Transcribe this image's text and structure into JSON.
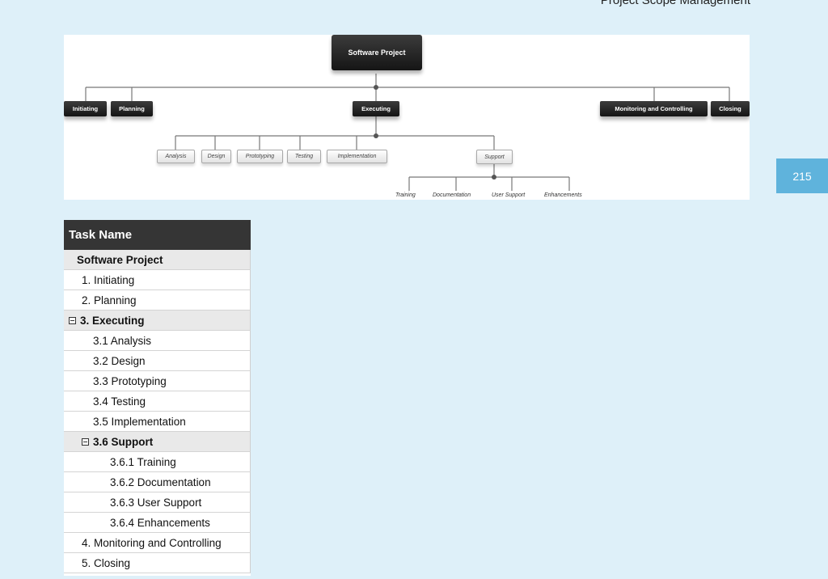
{
  "header": {
    "title": "Project Scope Management"
  },
  "page_number": "215",
  "wbs": {
    "root": "Software Project",
    "level1": [
      "Initiating",
      "Planning",
      "Executing",
      "Monitoring and Controlling",
      "Closing"
    ],
    "executing_children": [
      "Analysis",
      "Design",
      "Prototyping",
      "Testing",
      "Implementation",
      "Support"
    ],
    "support_children": [
      "Training",
      "Documentation",
      "User Support",
      "Enhancements"
    ]
  },
  "task_table": {
    "header": "Task Name",
    "rows": [
      {
        "label": "Software Project",
        "summary": true,
        "toggle": false
      },
      {
        "label": "1. Initiating",
        "summary": false,
        "toggle": false
      },
      {
        "label": "2. Planning",
        "summary": false,
        "toggle": false
      },
      {
        "label": "3. Executing",
        "summary": true,
        "toggle": true
      },
      {
        "label": "3.1 Analysis",
        "summary": false,
        "toggle": false
      },
      {
        "label": "3.2 Design",
        "summary": false,
        "toggle": false
      },
      {
        "label": "3.3 Prototyping",
        "summary": false,
        "toggle": false
      },
      {
        "label": "3.4 Testing",
        "summary": false,
        "toggle": false
      },
      {
        "label": "3.5 Implementation",
        "summary": false,
        "toggle": false
      },
      {
        "label": "3.6 Support",
        "summary": true,
        "toggle": true
      },
      {
        "label": "3.6.1 Training",
        "summary": false,
        "toggle": false
      },
      {
        "label": "3.6.2 Documentation",
        "summary": false,
        "toggle": false
      },
      {
        "label": "3.6.3 User Support",
        "summary": false,
        "toggle": false
      },
      {
        "label": "3.6.4 Enhancements",
        "summary": false,
        "toggle": false
      },
      {
        "label": "4. Monitoring and Controlling",
        "summary": false,
        "toggle": false
      },
      {
        "label": "5. Closing",
        "summary": false,
        "toggle": false
      }
    ]
  }
}
